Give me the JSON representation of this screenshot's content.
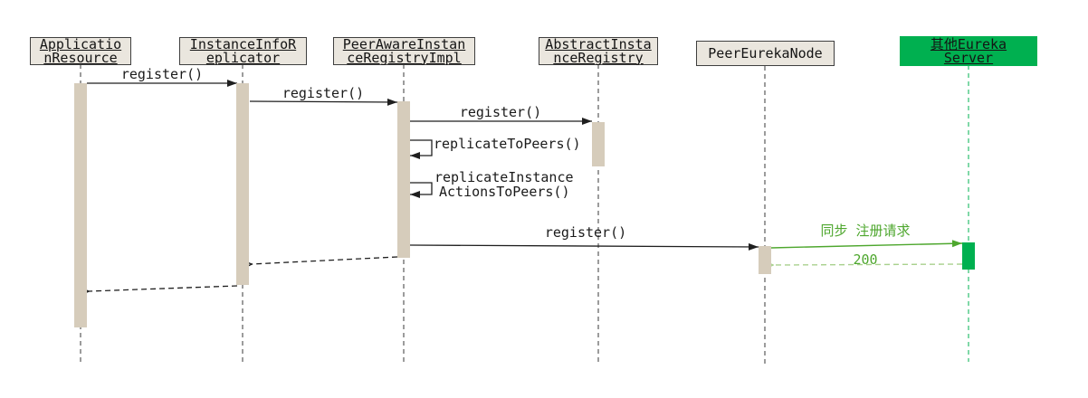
{
  "participants": [
    {
      "line1": "Applicatio",
      "line2": "nResource"
    },
    {
      "line1": "InstanceInfoR",
      "line2": "eplicator"
    },
    {
      "line1": "PeerAwareInstan",
      "line2": "ceRegistryImpl"
    },
    {
      "line1": "AbstractInsta",
      "line2": "nceRegistry"
    },
    {
      "line1": "PeerEurekaNode",
      "line2": ""
    },
    {
      "line1": "其他Eureka",
      "line2": "Server"
    }
  ],
  "messages": {
    "register1": "register()",
    "register2": "register()",
    "register3": "register()",
    "replicate_to_peers": "replicateToPeers()",
    "replicate_instance_line1": "replicateInstance",
    "replicate_instance_line2": "ActionsToPeers()",
    "register4": "register()",
    "sync_request": "同步 注册请求",
    "sync_response": "200"
  },
  "colors": {
    "participant_fill": "#eae6de",
    "participant_border": "#3f3f3f",
    "activation_fill": "#d6ccbb",
    "eureka_green": "#00b050",
    "arrow_green": "#4ea72e",
    "arrow_green_light": "#a9d18e",
    "line_color": "#1f1f1f"
  }
}
